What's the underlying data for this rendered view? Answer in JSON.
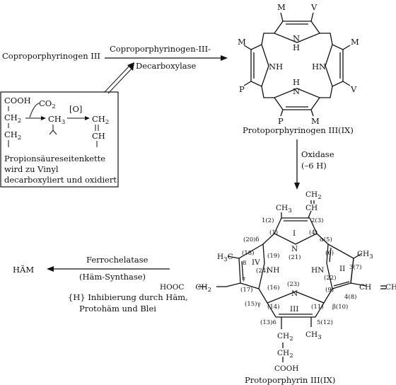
{
  "reaction1": {
    "substrate": "Coproporphyrinogen III",
    "enzyme_line1": "Coproporphyrinogen-III-",
    "enzyme_line2": "Decarboxylase",
    "product_label": "Protoporphyrinogen III(IX)"
  },
  "mechanism_box": {
    "cooh": "COOH",
    "co2": "CO",
    "co2_sub": "2",
    "ch2a": "CH",
    "ch2a_sub": "2",
    "ch2b": "CH",
    "ch2b_sub": "2",
    "ch3": "CH",
    "ch3_sub": "3",
    "ch2c": "CH",
    "ch2c_sub": "2",
    "ch": "CH",
    "oxidant": "[O]",
    "caption1": "Propionsäureseitenkette",
    "caption2": "wird zu Vinyl",
    "caption3": "decarboxyliert und oxidiert"
  },
  "protoporphyrinogen": {
    "substituents": [
      "M",
      "V",
      "M",
      "M",
      "P",
      "V",
      "P",
      "M"
    ],
    "nh_labels": [
      "N",
      "H",
      "NH",
      "HN",
      "N",
      "H"
    ]
  },
  "oxidase": {
    "label1": "Oxidase",
    "label2": "(–6 H)"
  },
  "protoporphyrin": {
    "label": "Protoporphyrin III(IX)",
    "ch2_top": "CH",
    "ch2_top_sub": "2",
    "ch_top": "CH",
    "ch3_ringI": "CH",
    "ch3_ringI_sub": "3",
    "pos_1": "1(2)",
    "pos_2": "2(3)",
    "ring_I": "I",
    "alpha": "α(5)",
    "pos_1b": "(1)",
    "pos_4": "(4)",
    "n21": "N",
    "n21_num": "(21)",
    "delta": "(20)δ",
    "ring_IV": "IV",
    "h3c": "H",
    "h3c_sub": "3",
    "h3c_c": "C",
    "pos_18": "(18)",
    "pos_8": "8",
    "pos_19": "(19)",
    "nh24": "NH",
    "n24_num": "(24)",
    "pos_6": "(6)",
    "ch3_ringII": "CH",
    "ch3_ringII_sub": "3",
    "pos_3": "3(7)",
    "ring_II": "II",
    "hn22": "HN",
    "n22_num": "(22)",
    "hooc": "HOOC",
    "hooc_ch2": "C",
    "hooc_h2": "H",
    "hooc_h2_sub": "2",
    "pos_7": "7",
    "pos_17": "(17)",
    "pos_16": "(16)",
    "n23": "N",
    "n23_num": "(23)",
    "pos_9": "(9)",
    "pos_4b": "4(8)",
    "vinyl_ch": "CH",
    "vinyl_ch2": "CH",
    "vinyl_ch2_sub": "2",
    "beta": "β(10)",
    "gamma": "(15)γ",
    "pos_14": "(14)",
    "pos_11": "(11)",
    "ring_III": "III",
    "pos_13": "(13)6",
    "pos_12": "5(12)",
    "ch2_prop1": "CH",
    "ch2_prop1_sub": "2",
    "ch3_ringIII": "CH",
    "ch3_ringIII_sub": "3",
    "ch2_prop2": "CH",
    "ch2_prop2_sub": "2",
    "cooh_bottom": "COOH"
  },
  "reaction3": {
    "product": "HÄM",
    "enzyme_line1": "Ferrochelatase",
    "enzyme_line2": "(Häm-Synthase)",
    "inhibition1": "{H} Inhibierung durch Häm,",
    "inhibition2": "Protohäm und Blei"
  }
}
